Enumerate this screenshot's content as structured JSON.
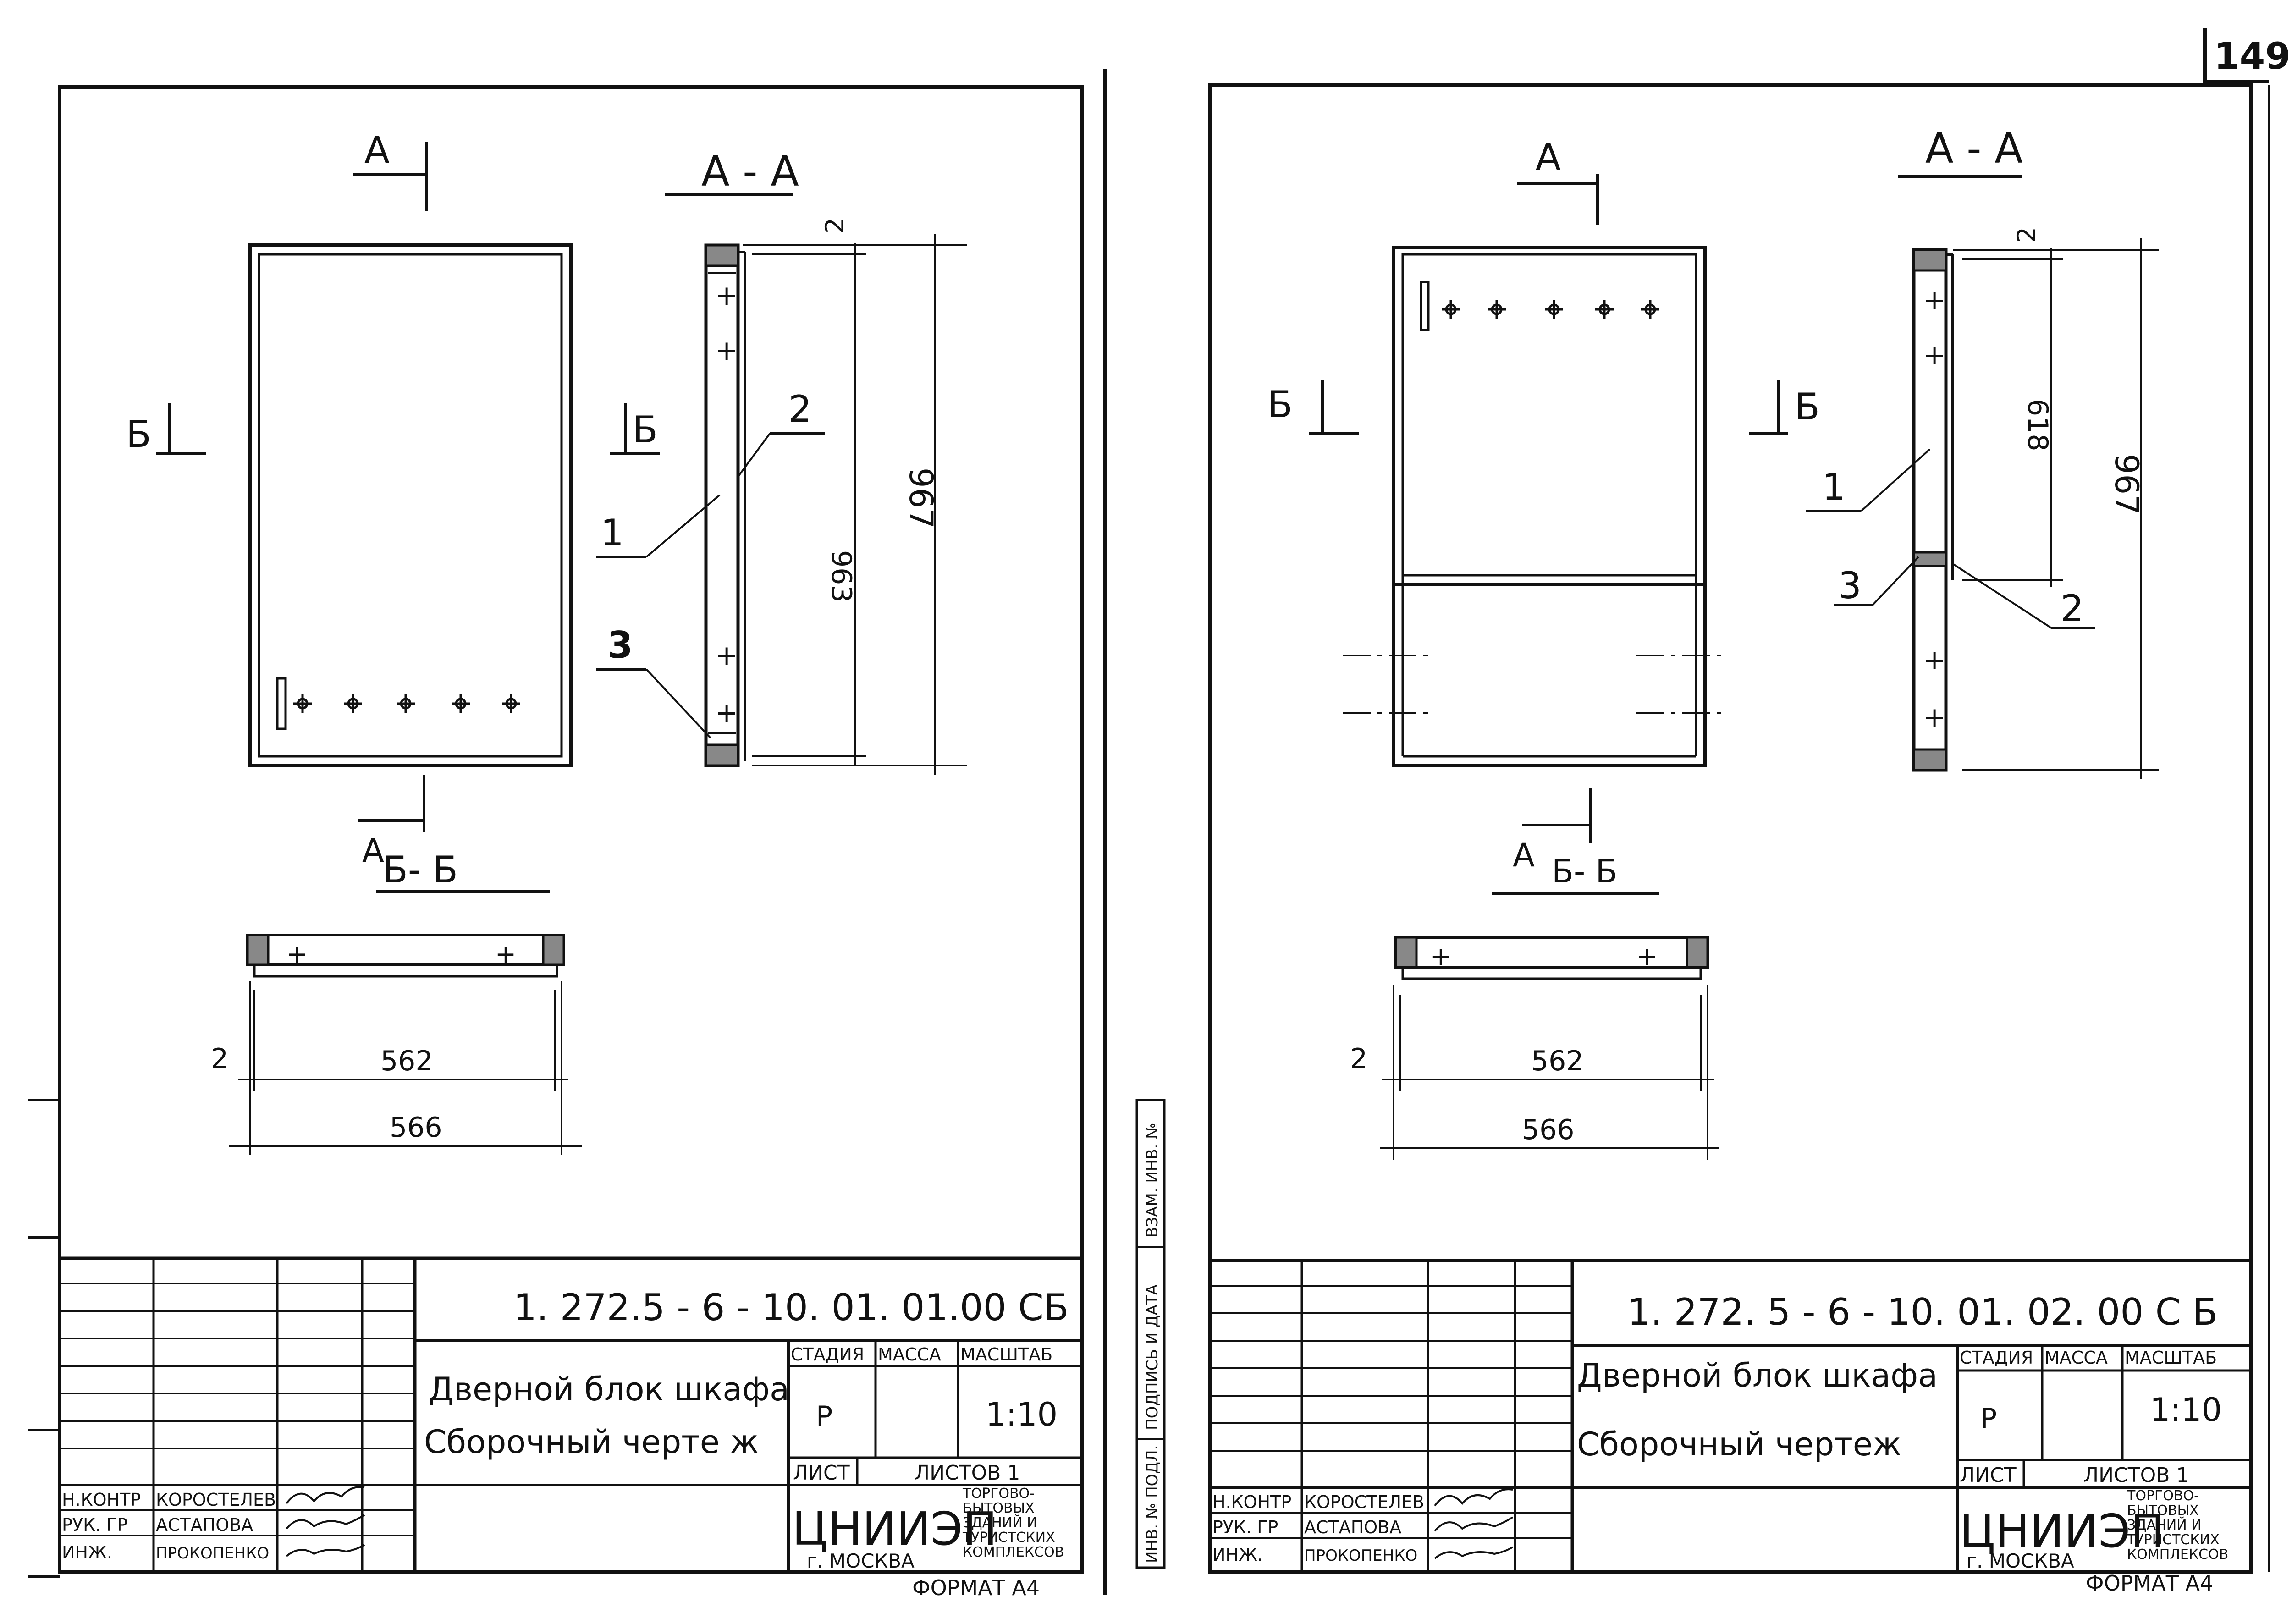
{
  "page_number": "149",
  "section_label": "А",
  "section_aa": "А - А",
  "section_bb": "Б- Б",
  "section_b": "Б",
  "sheets": [
    {
      "code": "1. 272.5 - 6 - 10. 01. 01.00  СБ",
      "title_line1": "Дверной  блок шкафа",
      "title_line2": "Сборочный   черте ж",
      "stage_header": "СТАДИЯ",
      "mass_header": "МАССА",
      "scale_header": "МАСШТАБ",
      "stage_value": "Р",
      "scale_value": "1:10",
      "sheet_label": "ЛИСТ",
      "sheets_label": "ЛИСТОВ 1",
      "org_name": "ЦНИИЭП",
      "org_city": "г. МОСКВА",
      "org_desc": [
        "ТОРГОВО-",
        "БЫТОВЫХ",
        "ЗДАНИЙ И",
        "ТУРИСТСКИХ",
        "КОМПЛЕКСОВ"
      ],
      "format": "ФОРМАТ А4",
      "roles": [
        {
          "role": "Н.КОНТР",
          "name": "КОРОСТЕЛЕВ"
        },
        {
          "role": "РУК. ГР",
          "name": "АСТАПОВА"
        },
        {
          "role": "ИНЖ.",
          "name": "ПРОКОПЕНКО"
        }
      ],
      "dims": {
        "d2": "2",
        "d963": "963",
        "d967": "967",
        "d562": "562",
        "d566": "566"
      },
      "callouts": [
        "1",
        "2",
        "3"
      ]
    },
    {
      "code": "1. 272. 5 - 6 - 10. 01. 02. 00 С Б",
      "title_line1": "Дверной  блок  шкафа",
      "title_line2": "Сборочный  чертеж",
      "stage_header": "СТАДИЯ",
      "mass_header": "МАССА",
      "scale_header": "МАСШТАБ",
      "stage_value": "Р",
      "scale_value": "1:10",
      "sheet_label": "ЛИСТ",
      "sheets_label": "ЛИСТОВ 1",
      "org_name": "ЦНИИЭП",
      "org_city": "г. МОСКВА",
      "org_desc": [
        "ТОРГОВО-",
        "БЫТОВЫХ",
        "ЗДАНИЙ И",
        "ТУРИСТСКИХ",
        "КОМПЛЕКСОВ"
      ],
      "format": "ФОРМАТ А4",
      "roles": [
        {
          "role": "Н.КОНТР",
          "name": "КОРОСТЕЛЕВ"
        },
        {
          "role": "РУК. ГР",
          "name": "АСТАПОВА"
        },
        {
          "role": "ИНЖ.",
          "name": "ПРОКОПЕНКО"
        }
      ],
      "dims": {
        "d2": "2",
        "d618": "618",
        "d967": "967",
        "d562": "562",
        "d566": "566"
      },
      "callouts": [
        "1",
        "2",
        "3"
      ],
      "side_stamp": [
        "ИНВ. № ПОДЛ.",
        "ПОДПИСЬ И ДАТА",
        "ВЗАМ. ИНВ. №"
      ]
    }
  ]
}
